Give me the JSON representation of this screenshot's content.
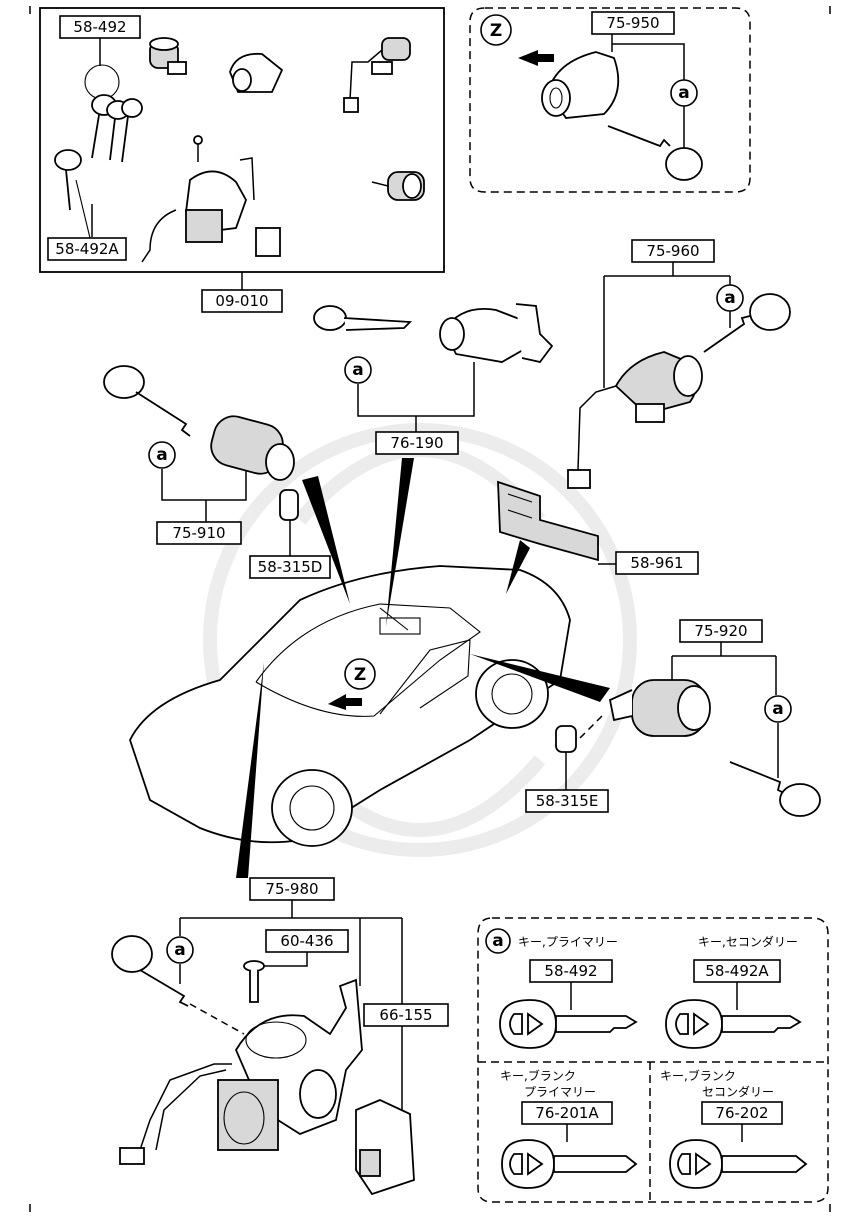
{
  "parts": {
    "p58_492": "58-492",
    "p58_492A": "58-492A",
    "p09_010": "09-010",
    "p75_950": "75-950",
    "p75_960": "75-960",
    "p76_190": "76-190",
    "p75_910": "75-910",
    "p58_315D": "58-315D",
    "p58_961": "58-961",
    "p75_920": "75-920",
    "p58_315E": "58-315E",
    "p75_980": "75-980",
    "p60_436": "60-436",
    "p66_155": "66-155"
  },
  "callouts": {
    "a": "a",
    "z": "Z"
  },
  "legend": {
    "primary_label": "キー,プライマリー",
    "secondary_label": "キー,セコンダリー",
    "blank_primary_line1": "キー,ブランク",
    "blank_primary_line2": "プライマリー",
    "blank_secondary_line1": "キー,ブランク",
    "blank_secondary_line2": "セコンダリー",
    "p_primary": "58-492",
    "p_secondary": "58-492A",
    "p_blank_primary": "76-201A",
    "p_blank_secondary": "76-202"
  }
}
